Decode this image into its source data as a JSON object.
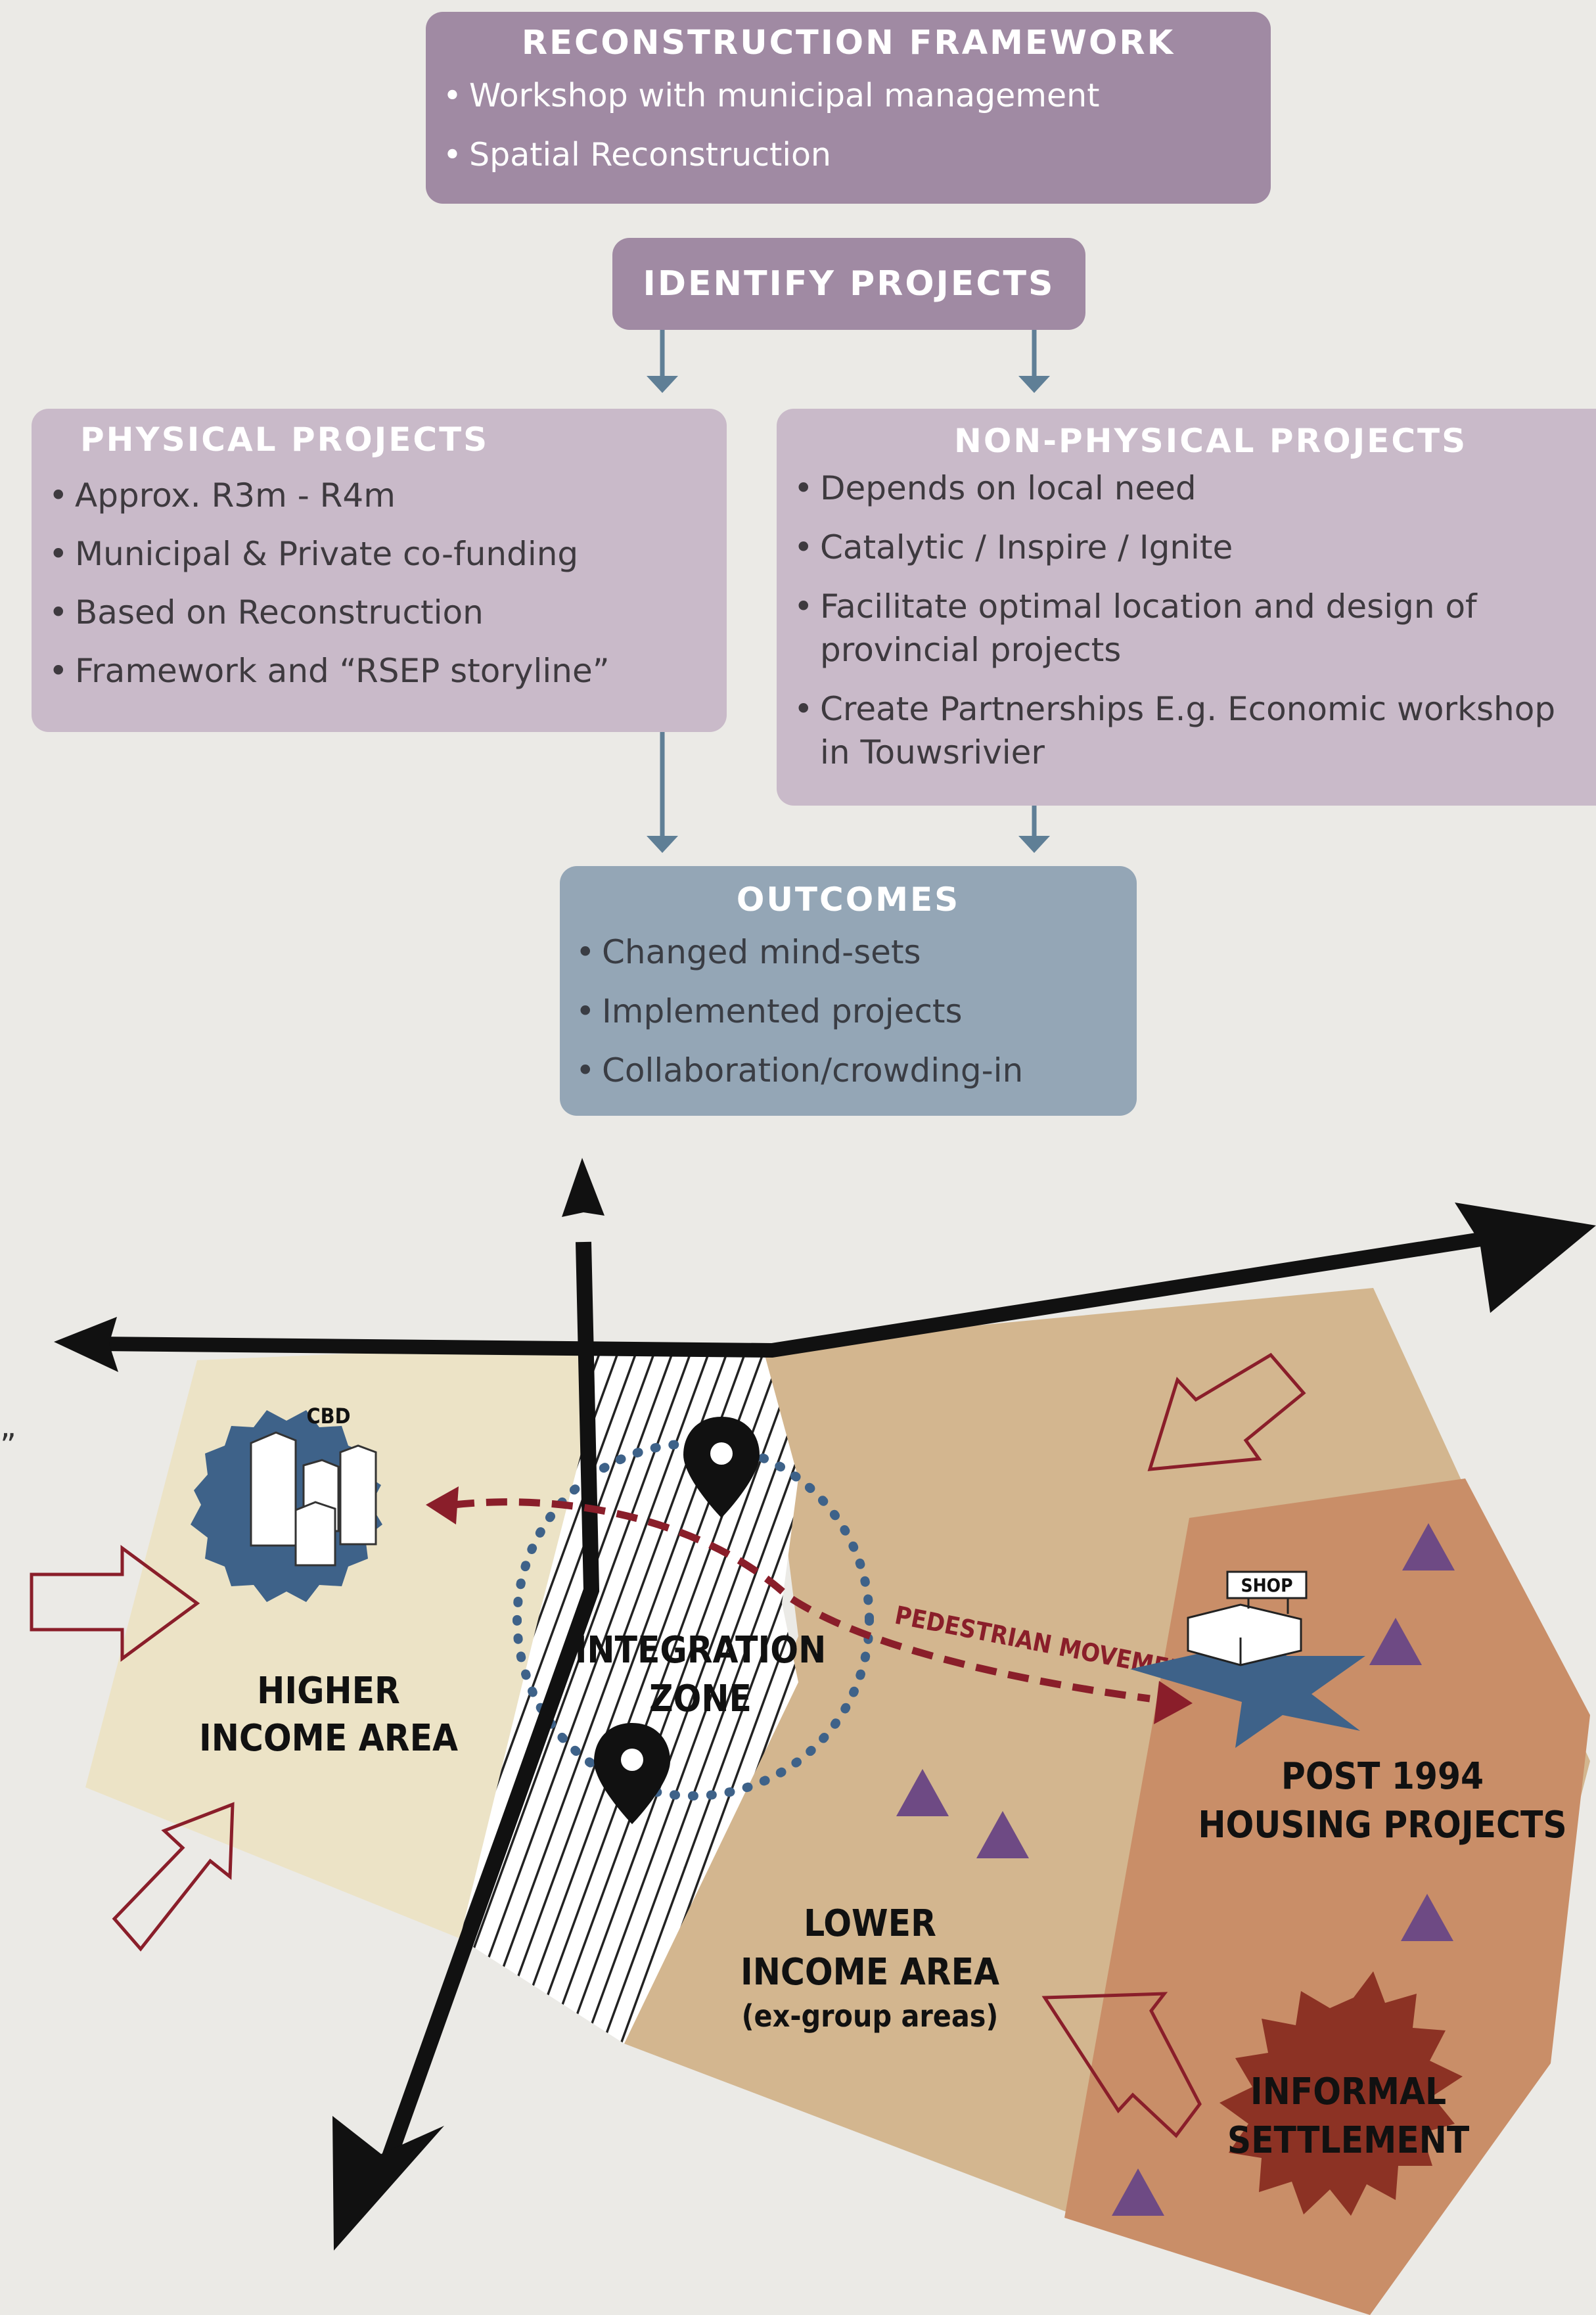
{
  "framework": {
    "title": "RECONSTRUCTION FRAMEWORK",
    "items": [
      "Workshop with municipal management",
      "Spatial Reconstruction"
    ]
  },
  "identify": {
    "title": "IDENTIFY PROJECTS"
  },
  "physical": {
    "title": "PHYSICAL PROJECTS",
    "items": [
      "Approx. R3m - R4m",
      "Municipal & Private co-funding",
      "Based on Reconstruction",
      "Framework and “RSEP storyline”"
    ]
  },
  "non_physical": {
    "title": "NON-PHYSICAL PROJECTS",
    "items": [
      {
        "line1": "Depends on local need",
        "line2": ""
      },
      {
        "line1": "Catalytic / Inspire / Ignite",
        "line2": ""
      },
      {
        "line1": "Facilitate optimal location and design of",
        "line2": "provincial projects"
      },
      {
        "line1": "Create Partnerships E.g. Economic workshop",
        "line2": "in Touwsrivier"
      }
    ]
  },
  "outcomes": {
    "title": "OUTCOMES",
    "items": [
      "Changed mind-sets",
      "Implemented projects",
      "Collaboration/crowding-in"
    ]
  },
  "stray_mark": "”",
  "map": {
    "cbd": "CBD",
    "higher_income": [
      "HIGHER",
      "INCOME AREA"
    ],
    "integration_zone": [
      "INTEGRATION",
      "ZONE"
    ],
    "pedestrian": "PEDESTRIAN MOVEMENT",
    "shop": "SHOP",
    "post1994": [
      "POST 1994",
      "HOUSING PROJECTS"
    ],
    "lower_income": [
      "LOWER",
      "INCOME AREA",
      "(ex-group areas)"
    ],
    "informal": [
      "INFORMAL",
      "SETTLEMENT"
    ]
  },
  "colors": {
    "box_purple": "#a08aa3",
    "box_lilac": "#c9bac9",
    "box_blue": "#94a6b6",
    "connector": "#5f7f96",
    "higher_income_fill": "#ece3c6",
    "lower_income_fill": "#d3b68f",
    "post1994_fill": "#c98e68",
    "informal_fill": "#8c3224",
    "cbd_fill": "#3e6289",
    "pedestrian": "#8a1e2a",
    "triangle": "#6e4a84"
  }
}
